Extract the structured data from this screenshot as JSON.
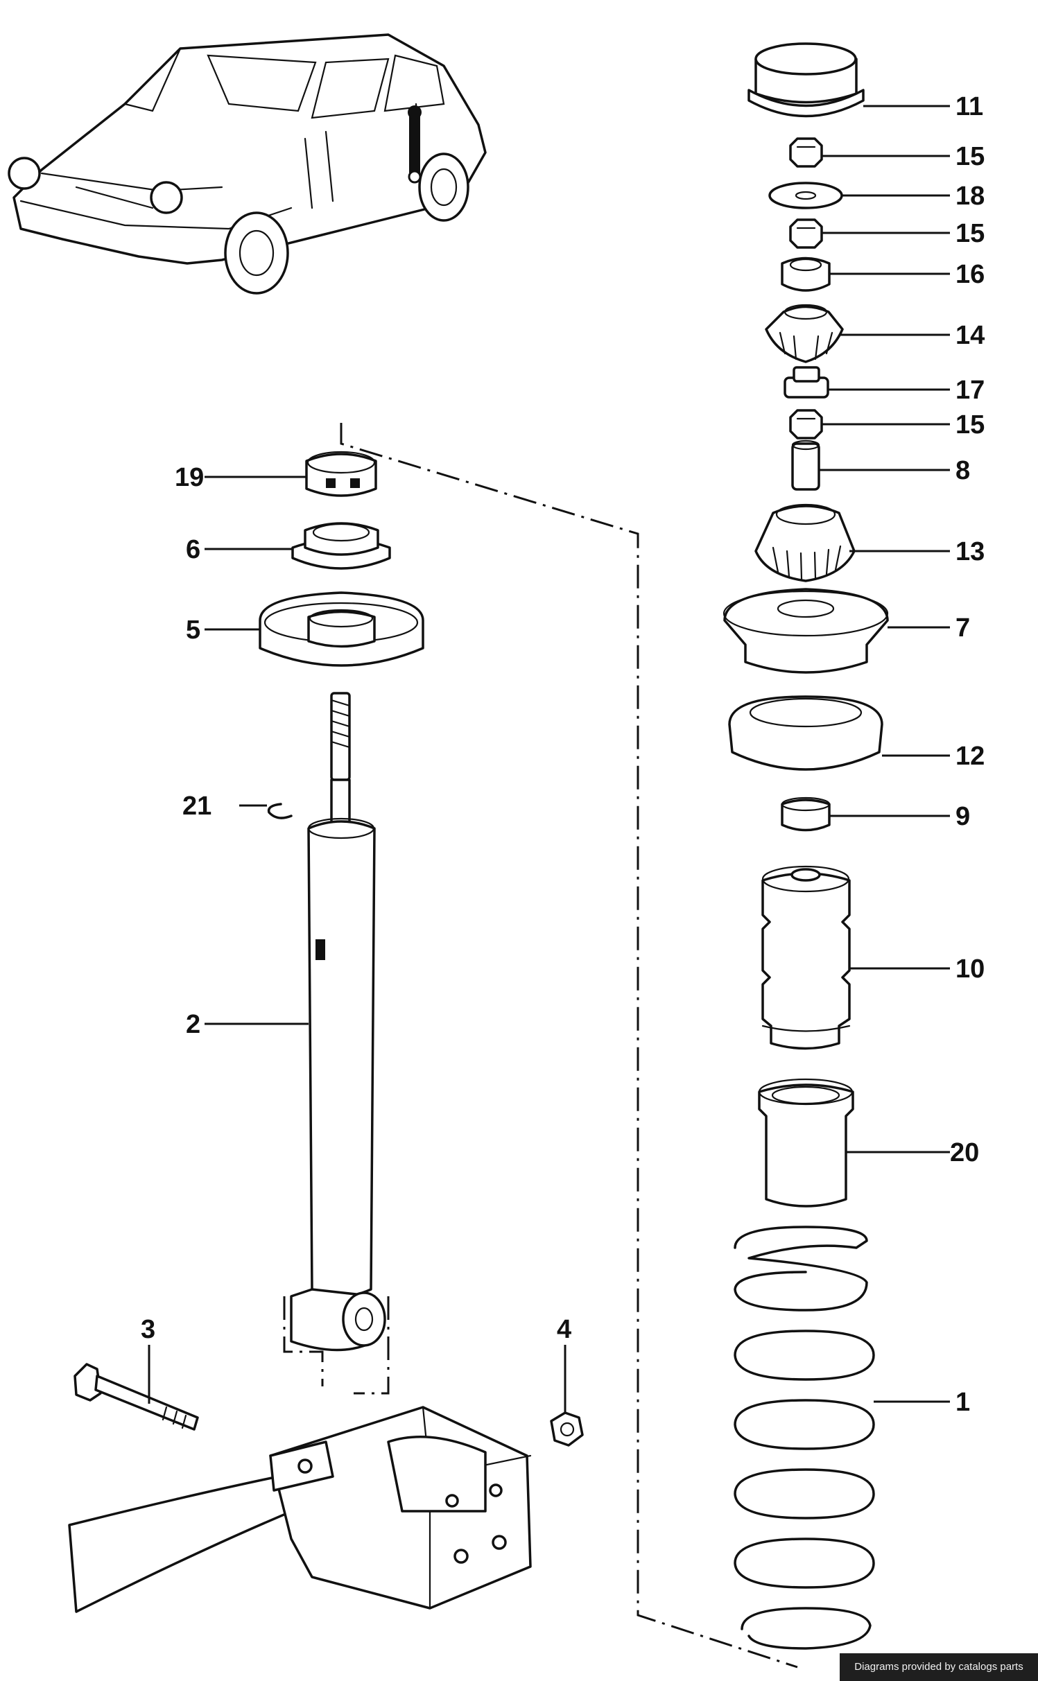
{
  "callouts": [
    {
      "id": "c11",
      "label": "11"
    },
    {
      "id": "c15a",
      "label": "15"
    },
    {
      "id": "c18",
      "label": "18"
    },
    {
      "id": "c15b",
      "label": "15"
    },
    {
      "id": "c16",
      "label": "16"
    },
    {
      "id": "c14",
      "label": "14"
    },
    {
      "id": "c17",
      "label": "17"
    },
    {
      "id": "c15c",
      "label": "15"
    },
    {
      "id": "c8",
      "label": "8"
    },
    {
      "id": "c13",
      "label": "13"
    },
    {
      "id": "c7",
      "label": "7"
    },
    {
      "id": "c12",
      "label": "12"
    },
    {
      "id": "c9",
      "label": "9"
    },
    {
      "id": "c10",
      "label": "10"
    },
    {
      "id": "c20",
      "label": "20"
    },
    {
      "id": "c1",
      "label": "1"
    },
    {
      "id": "c19",
      "label": "19"
    },
    {
      "id": "c6",
      "label": "6"
    },
    {
      "id": "c5",
      "label": "5"
    },
    {
      "id": "c21",
      "label": "21"
    },
    {
      "id": "c2",
      "label": "2"
    },
    {
      "id": "c3",
      "label": "3"
    },
    {
      "id": "c4",
      "label": "4"
    }
  ],
  "watermark": "Diagrams provided by catalogs parts"
}
